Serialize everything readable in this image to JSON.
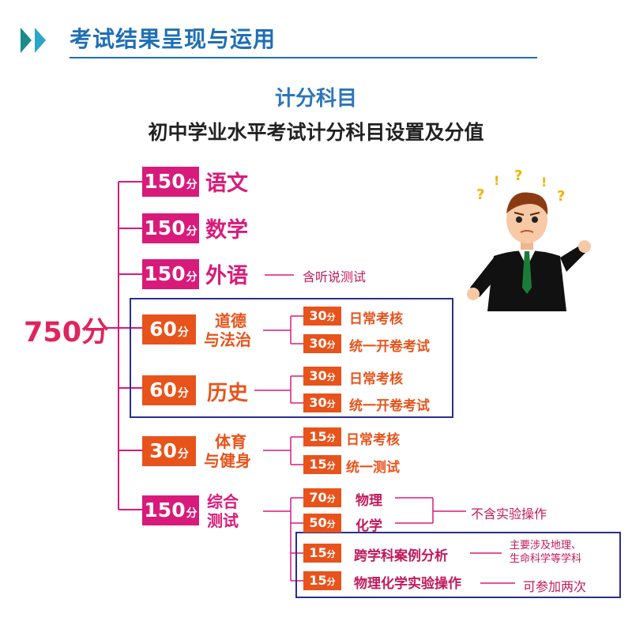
{
  "header": {
    "title": "考试结果呈现与运用"
  },
  "section_title": "计分科目",
  "main_title": "初中学业水平考试计分科目设置及分值",
  "total": "750分",
  "unit": "分",
  "subjects": [
    {
      "score": "150",
      "name": "语文"
    },
    {
      "score": "150",
      "name": "数学"
    },
    {
      "score": "150",
      "name": "外语",
      "note": "含听说测试"
    },
    {
      "score": "60",
      "name_line1": "道德",
      "name_line2": "与法治",
      "parts": [
        {
          "score": "30",
          "label": "日常考核"
        },
        {
          "score": "30",
          "label": "统一开卷考试"
        }
      ]
    },
    {
      "score": "60",
      "name": "历史",
      "parts": [
        {
          "score": "30",
          "label": "日常考核"
        },
        {
          "score": "30",
          "label": "统一开卷考试"
        }
      ]
    },
    {
      "score": "30",
      "name_line1": "体育",
      "name_line2": "与健身",
      "parts": [
        {
          "score": "15",
          "label": "日常考核"
        },
        {
          "score": "15",
          "label": "统一测试"
        }
      ]
    },
    {
      "score": "150",
      "name_line1": "综合",
      "name_line2": "测试",
      "parts": [
        {
          "score": "70",
          "label": "物理"
        },
        {
          "score": "50",
          "label": "化学"
        },
        {
          "score": "15",
          "label": "跨学科案例分析",
          "note_line1": "主要涉及地理、",
          "note_line2": "生命科学等学科"
        },
        {
          "score": "15",
          "label": "物理化学实验操作",
          "note": "可参加两次"
        }
      ],
      "group_note": "不含实验操作"
    }
  ],
  "colors": {
    "pink": "#d81b7a",
    "orange": "#e8531b",
    "blue": "#1f6fb6",
    "frame": "#2a2f8f"
  }
}
